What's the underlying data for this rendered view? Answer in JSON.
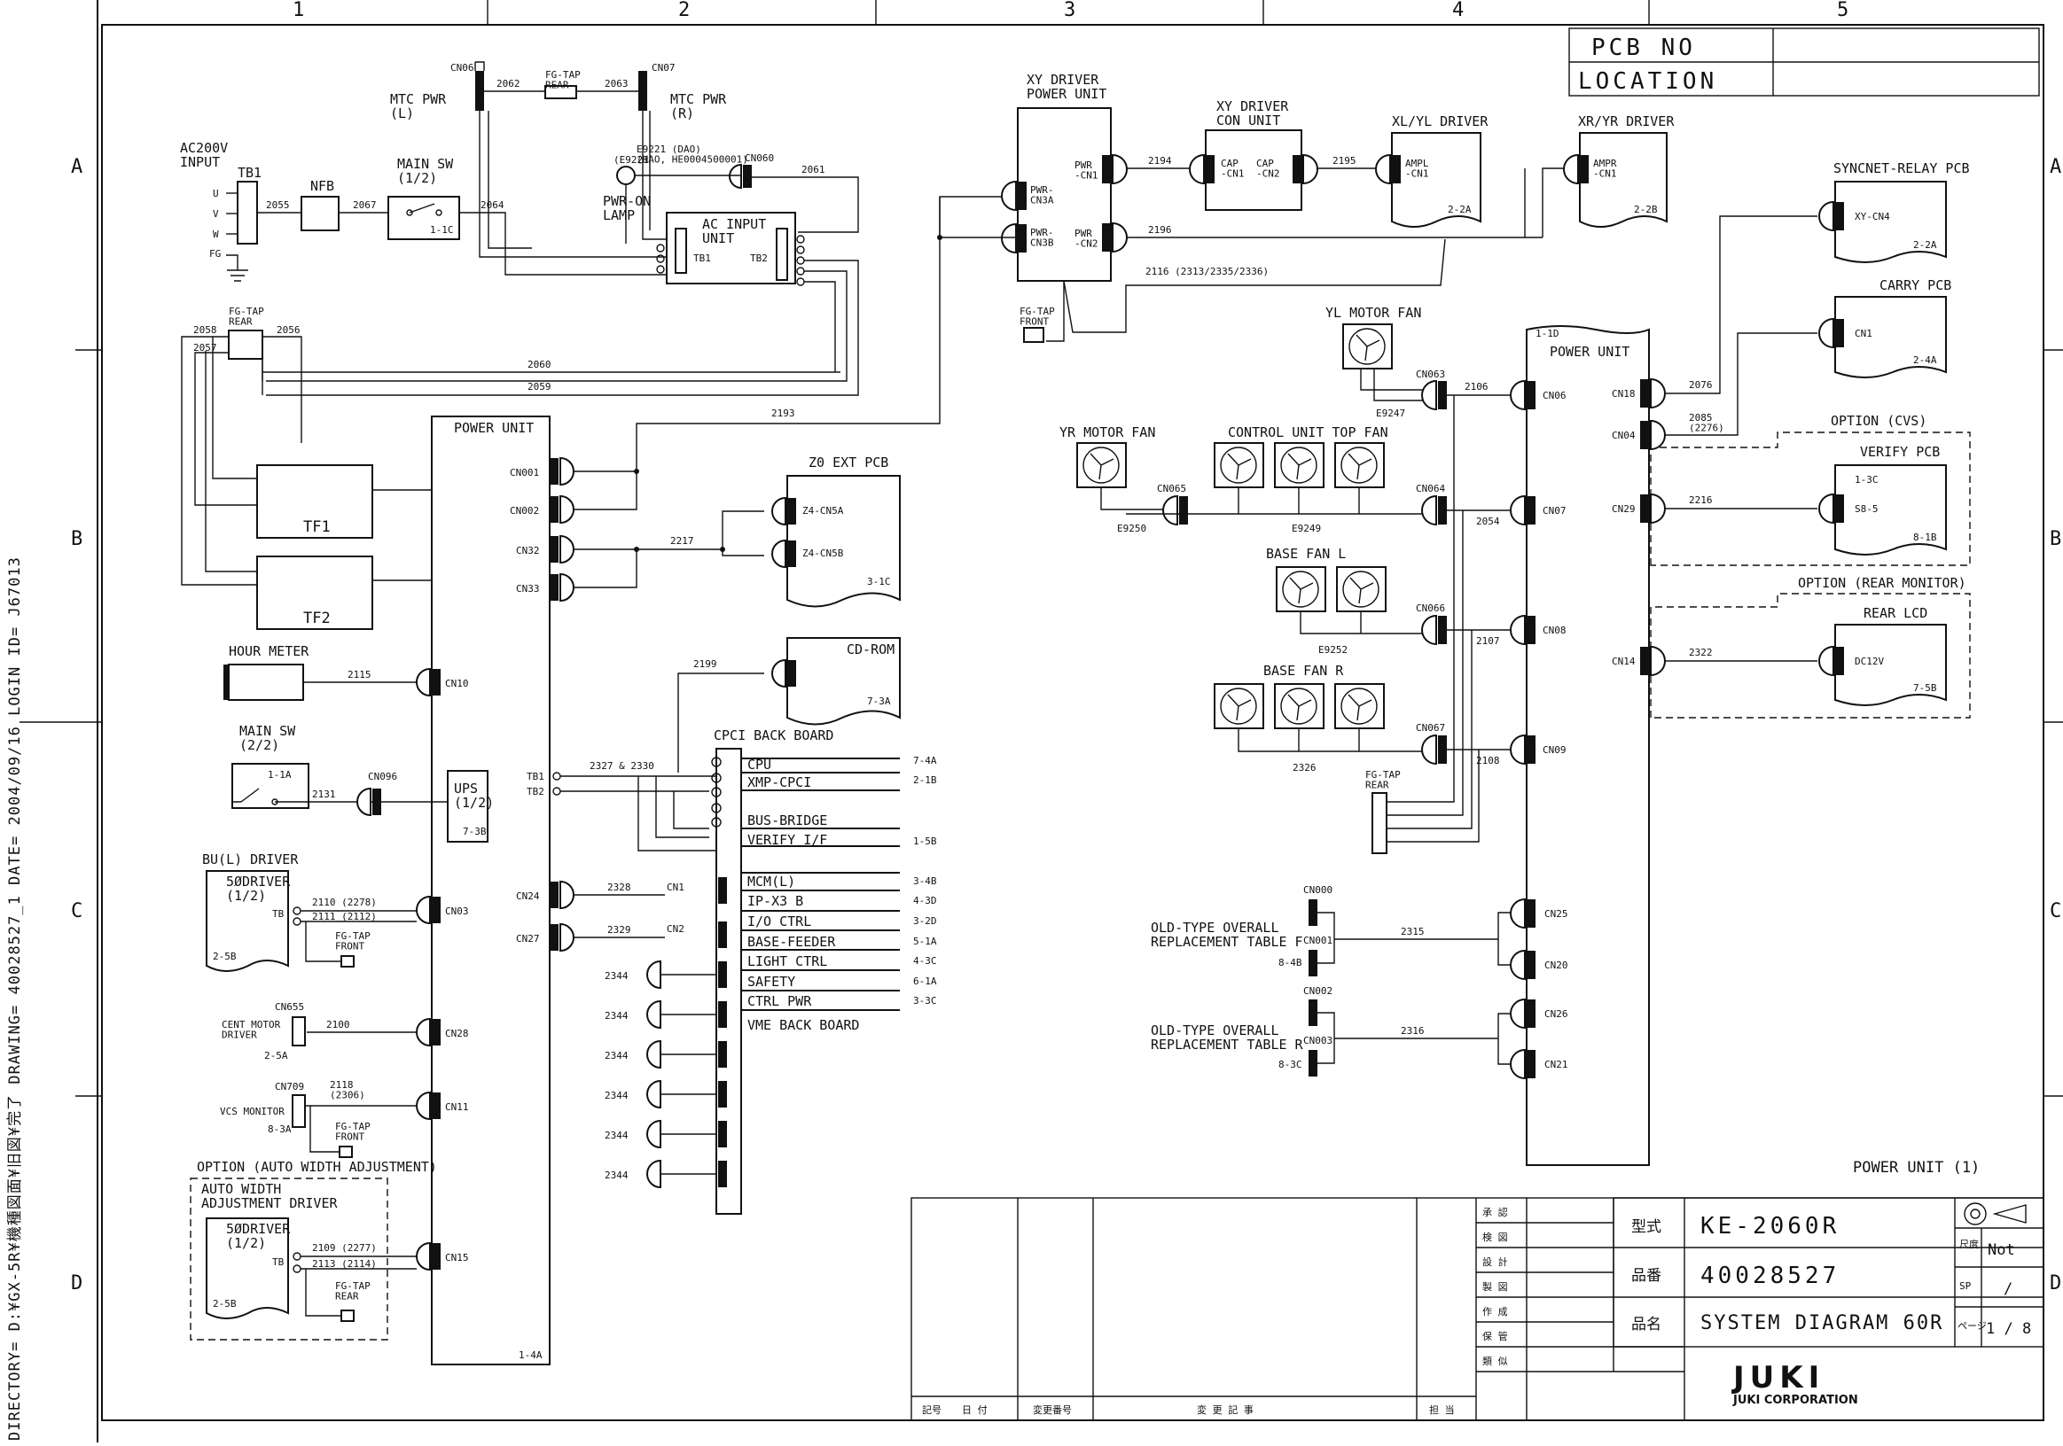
{
  "side_info": "DIRECTORY= D:¥GX-5R¥機種図面¥旧図¥完了 DRAWING= 40028527_1 DATE= 2004/09/16 LOGIN ID= J67013",
  "grid": {
    "cols": [
      "1",
      "2",
      "3",
      "4",
      "5"
    ],
    "rows": [
      "A",
      "B",
      "C",
      "D"
    ]
  },
  "header_table": {
    "pcb_no": "PCB NO",
    "location": "LOCATION"
  },
  "ac_input": {
    "title": "AC200V\nINPUT",
    "tb": "TB1",
    "u": "U",
    "v": "V",
    "w": "W",
    "fg": "FG",
    "nfb": "NFB",
    "w2055": "2055",
    "w2067": "2067",
    "main_sw": "MAIN SW\n(1/2)",
    "main_sw_ref": "1-1C",
    "w2064": "2064"
  },
  "mtc": {
    "cn06": "CN06",
    "cn07": "CN07",
    "left": "MTC PWR\n(L)",
    "right": "MTC PWR\n(R)",
    "w2062": "2062",
    "w2063": "2063",
    "fgtap": "FG-TAP\nREAR",
    "e9221": "E9221 (DAO)\n(HAO, HE0004500001)",
    "e9221b": "(E9221",
    "cn060": "CN060",
    "w2061": "2061",
    "lamp": "PWR-ON\nLAMP"
  },
  "ac_unit": {
    "title": "AC INPUT\nUNIT",
    "tb1": "TB1",
    "tb2": "TB2"
  },
  "fg_tap_rear": {
    "label": "FG-TAP\nREAR",
    "w2058": "2058",
    "w2057": "2057",
    "w2056": "2056",
    "w2060": "2060",
    "w2059": "2059"
  },
  "tf": {
    "tf1": "TF1",
    "tf2": "TF2"
  },
  "power_unit_left": {
    "title": "POWER UNIT",
    "ref": "1-4A",
    "connectors": [
      "CN001",
      "CN002",
      "CN32",
      "CN33",
      "CN10",
      "TB1",
      "TB2",
      "CN03",
      "CN28",
      "CN11",
      "CN15",
      "CN24",
      "CN27"
    ]
  },
  "wires_left": {
    "w2193": "2193",
    "w2217": "2217",
    "w2115": "2115",
    "w2131": "2131",
    "w2327": "2327 & 2330",
    "w2328": "2328",
    "w2329": "2329",
    "w2199": "2199",
    "w2100": "2100",
    "w2344": "2344"
  },
  "z0_ext": {
    "title": "Z0 EXT PCB",
    "cn5a": "Z4-CN5A",
    "cn5b": "Z4-CN5B",
    "ref": "3-1C"
  },
  "cd_rom": {
    "title": "CD-ROM",
    "ref": "7-3A"
  },
  "hour_meter": "HOUR METER",
  "main_sw2": {
    "title": "MAIN SW\n(2/2)",
    "ref": "1-1A",
    "cn096": "CN096"
  },
  "ups": {
    "title": "UPS\n(1/2)",
    "ref": "7-3B"
  },
  "bu_driver": {
    "title": "BU(L) DRIVER",
    "inner": "5ØDRIVER\n(1/2)",
    "tb": "TB",
    "ref": "2-5B",
    "w1": "2110 (2278)",
    "w2": "2111 (2112)",
    "fg": "FG-TAP\nFRONT"
  },
  "cent_motor": {
    "label": "CENT MOTOR\nDRIVER",
    "cn": "CN655",
    "ref": "2-5A"
  },
  "vcs": {
    "label": "VCS MONITOR",
    "cn": "CN709",
    "ref": "8-3A",
    "w": "2118\n(2306)",
    "fg": "FG-TAP\nFRONT"
  },
  "auto_width": {
    "option": "OPTION (AUTO WIDTH ADJUSTMENT)",
    "title": "AUTO WIDTH\nADJUSTMENT DRIVER",
    "inner": "5ØDRIVER\n(1/2)",
    "tb": "TB",
    "ref": "2-5B",
    "w1": "2109 (2277)",
    "w2": "2113 (2114)",
    "fg": "FG-TAP\nREAR"
  },
  "cpci": {
    "title": "CPCI BACK BOARD",
    "rows": [
      {
        "name": "CPU",
        "ref": "7-4A"
      },
      {
        "name": "XMP-CPCI",
        "ref": "2-1B"
      },
      {
        "name": "BUS-BRIDGE",
        "ref": ""
      },
      {
        "name": "VERIFY I/F",
        "ref": "1-5B"
      }
    ]
  },
  "vme": {
    "title": "VME BACK BOARD",
    "cn1": "CN1",
    "cn2": "CN2",
    "rows": [
      {
        "name": "MCM(L)",
        "ref": "3-4B"
      },
      {
        "name": "IP-X3 B",
        "ref": "4-3D"
      },
      {
        "name": "I/O CTRL",
        "ref": "3-2D"
      },
      {
        "name": "BASE-FEEDER",
        "ref": "5-1A"
      },
      {
        "name": "LIGHT CTRL",
        "ref": "4-3C"
      },
      {
        "name": "SAFETY",
        "ref": "6-1A"
      },
      {
        "name": "CTRL PWR",
        "ref": "3-3C"
      }
    ]
  },
  "xy_power": {
    "title": "XY DRIVER\nPOWER UNIT",
    "cn3a": "PWR-\nCN3A",
    "cn3b": "PWR-\nCN3B",
    "cn1": "PWR\n-CN1",
    "cn2": "PWR\n-CN2",
    "fg": "FG-TAP\nFRONT",
    "w2194": "2194",
    "w2196": "2196",
    "w2116": "2116 (2313/2335/2336)"
  },
  "xy_con": {
    "title": "XY DRIVER\nCON UNIT",
    "cn1": "CAP\n-CN1",
    "cn2": "CAP\n-CN2",
    "w2195": "2195"
  },
  "xl_driver": {
    "title": "XL/YL DRIVER",
    "cn": "AMPL\n-CN1",
    "ref": "2-2A"
  },
  "xr_driver": {
    "title": "XR/YR DRIVER",
    "cn": "AMPR\n-CN1",
    "ref": "2-2B"
  },
  "syncnet": {
    "title": "SYNCNET-RELAY PCB",
    "cn": "XY-CN4",
    "ref": "2-2A"
  },
  "carry": {
    "title": "CARRY PCB",
    "cn": "CN1",
    "ref": "2-4A"
  },
  "option_cvs": {
    "title": "OPTION (CVS)",
    "pcb": "VERIFY PCB",
    "ref1": "1-3C",
    "cn": "S8-5",
    "ref2": "8-1B"
  },
  "option_rear": {
    "title": "OPTION (REAR MONITOR)",
    "pcb": "REAR LCD",
    "cn": "DC12V",
    "ref": "7-5B"
  },
  "power_unit_right": {
    "title": "POWER UNIT",
    "ref": "1-1D",
    "connectors": [
      "CN06",
      "CN07",
      "CN08",
      "CN09",
      "CN25",
      "CN20",
      "CN26",
      "CN21"
    ],
    "side": [
      "CN18",
      "CN04",
      "CN29",
      "CN14"
    ],
    "w2076": "2076",
    "w2085": "2085\n(2276)",
    "w2216": "2216",
    "w2322": "2322"
  },
  "fans": {
    "yl": "YL MOTOR FAN",
    "yr": "YR MOTOR FAN",
    "top": "CONTROL UNIT TOP FAN",
    "base_l": "BASE FAN L",
    "base_r": "BASE FAN R",
    "cn063": "CN063",
    "cn064": "CN064",
    "cn065": "CN065",
    "cn066": "CN066",
    "cn067": "CN067",
    "e9247": "E9247",
    "e9249": "E9249",
    "e9250": "E9250",
    "e9252": "E9252",
    "w2106": "2106",
    "w2054": "2054",
    "w2107": "2107",
    "w2108": "2108",
    "w2326": "2326",
    "fg": "FG-TAP\nREAR"
  },
  "old_tables": {
    "f": "OLD-TYPE OVERALL\nREPLACEMENT TABLE F",
    "f_ref": "8-4B",
    "r": "OLD-TYPE OVERALL\nREPLACEMENT TABLE R",
    "r_ref": "8-3C",
    "cn000": "CN000",
    "cn001": "CN001",
    "cn002": "CN002",
    "cn003": "CN003",
    "w2315": "2315",
    "w2316": "2316"
  },
  "page_caption": "POWER UNIT (1)",
  "title_block": {
    "rev_headers": [
      "記号",
      "日 付",
      "変更番号",
      "変 更 記 事",
      "担 当"
    ],
    "approvals": [
      "承 認",
      "検 図",
      "設 計",
      "製 図",
      "作 成",
      "保 管",
      "類 似"
    ],
    "model_label": "型式",
    "model": "KE-2060R",
    "part_label": "品番",
    "part": "40028527",
    "name_label": "品名",
    "name": "SYSTEM DIAGRAM 60R",
    "scale_label": "尺度",
    "scale": "Not",
    "sp_label": "SP",
    "sp": "/",
    "page_label": "ページ",
    "page": "1 / 8",
    "company_logo": "JUKI",
    "company": "JUKI CORPORATION"
  }
}
